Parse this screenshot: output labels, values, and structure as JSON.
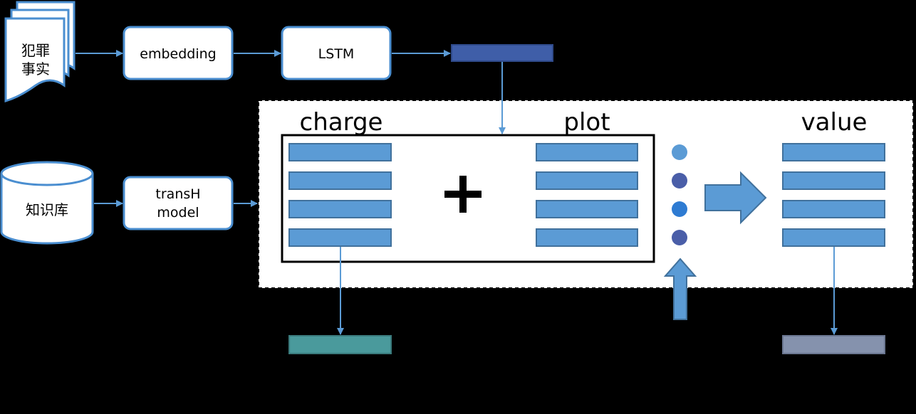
{
  "crime_facts": {
    "label_line1": "犯罪",
    "label_line2": "事实"
  },
  "knowledge_base": {
    "label": "知识库"
  },
  "embedding": {
    "label": "embedding"
  },
  "lstm": {
    "label": "LSTM"
  },
  "transh": {
    "label_line1": "transH",
    "label_line2": "model"
  },
  "charge": {
    "title": "charge"
  },
  "plot": {
    "title": "plot"
  },
  "value": {
    "title": "value"
  },
  "plus_symbol": "+",
  "colors": {
    "box_fill": "#ffffff",
    "box_stroke": "#4a8ed0",
    "vector_fill": "#5b9bd5",
    "vector_stroke": "#41719c",
    "lstm_output": "#3f5ea8",
    "charge_output": "#4a9a9c",
    "value_output": "#8592ad",
    "dot1": "#5b9bd5",
    "dot2": "#4a5ea8",
    "dot3": "#2e7bd2",
    "dot4": "#4a5ea8"
  }
}
